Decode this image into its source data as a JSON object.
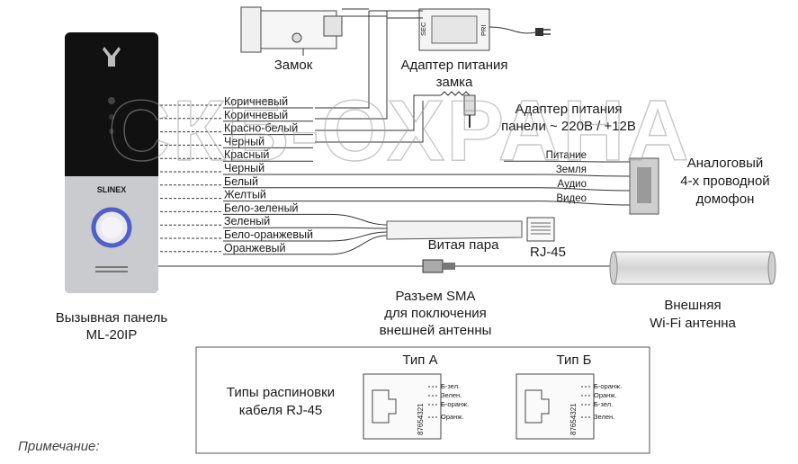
{
  "watermark": "СКБ-ОХРАНА",
  "panel": {
    "brand": "SLINEX",
    "caption_line1": "Вызывная панель",
    "caption_line2": "ML-20IP"
  },
  "lock": {
    "caption": "Замок"
  },
  "lock_adapter": {
    "caption_line1": "Адаптер питания",
    "caption_line2": "замка",
    "label_sec": "SEC",
    "label_pri": "PRI"
  },
  "panel_adapter": {
    "caption_line1": "Адаптер питания",
    "caption_line2": "панели ~ 220В / +12В"
  },
  "wires": [
    "Коричневый",
    "Коричневый",
    "Красно-белый",
    "Черный",
    "Красный",
    "Черный",
    "Белый",
    "Желтый",
    "Бело-зеленый",
    "Зеленый",
    "Бело-оранжевый",
    "Оранжевый"
  ],
  "intercom_pins": [
    "Питание",
    "Земля",
    "Аудио",
    "Видео"
  ],
  "intercom": {
    "caption_line1": "Аналоговый",
    "caption_line2": "4-х проводной",
    "caption_line3": "домофон"
  },
  "twisted_pair": "Витая пара",
  "rj45": "RJ-45",
  "sma": {
    "line1": "Разъем SMA",
    "line2": "для поключения",
    "line3": "внешней антенны"
  },
  "antenna": {
    "caption_line1": "Внешняя",
    "caption_line2": "Wi-Fi антенна"
  },
  "pinout": {
    "title_line1": "Типы распиновки",
    "title_line2": "кабеля RJ-45",
    "type_a": {
      "title": "Тип А",
      "digits": "87654321",
      "labels": [
        "Б-зел.",
        "Зелен.",
        "Б-оранж.",
        "Оранж."
      ]
    },
    "type_b": {
      "title": "Тип Б",
      "digits": "87654321",
      "labels": [
        "Б-оранж.",
        "Оранж.",
        "Б-зел.",
        "Зелен."
      ]
    }
  },
  "note": "Примечание:"
}
